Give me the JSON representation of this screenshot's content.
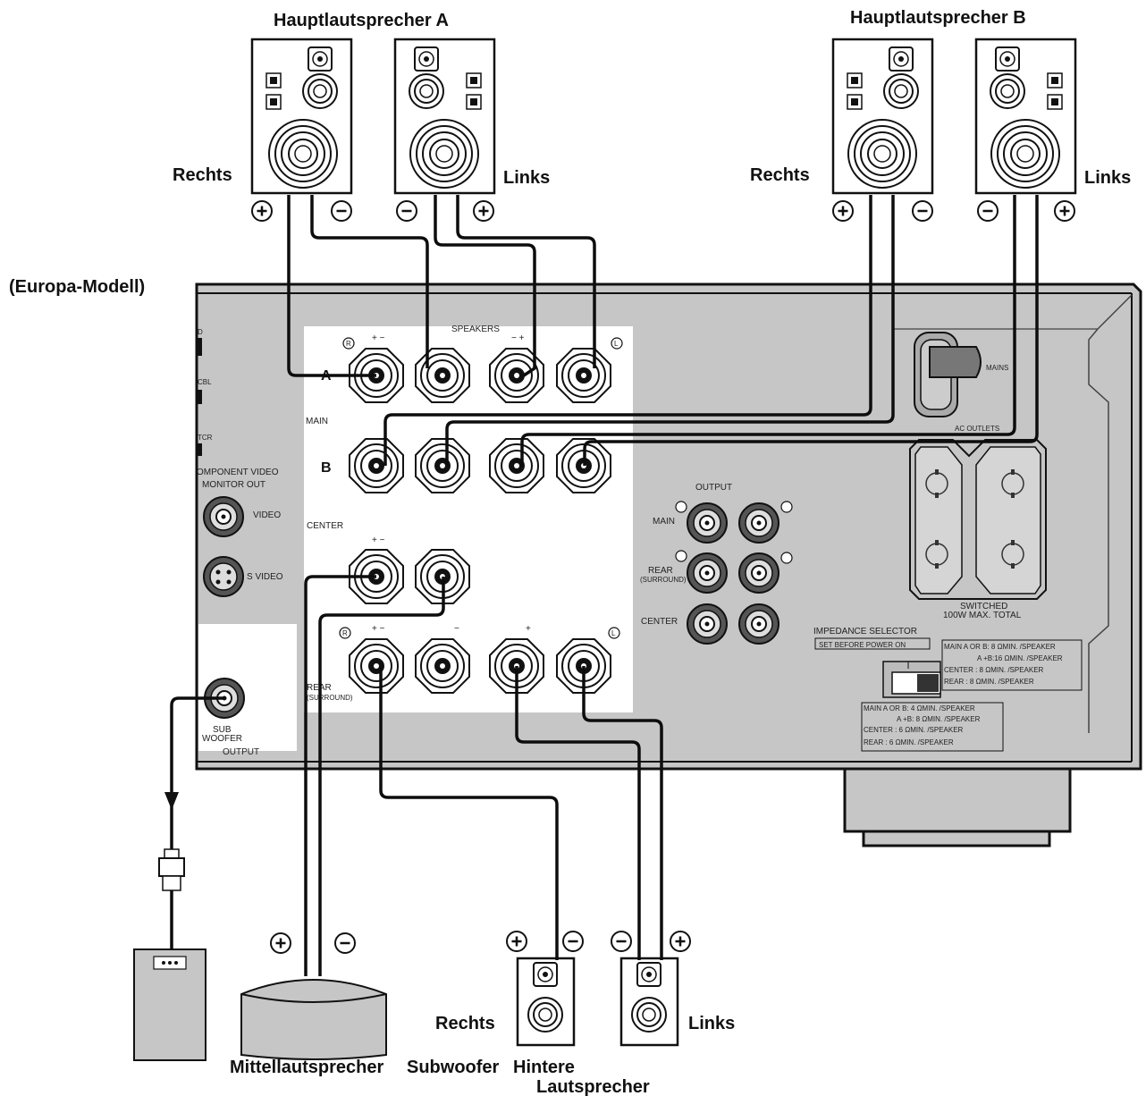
{
  "labels": {
    "speakers_a_title": "Hauptlautsprecher A",
    "speakers_b_title": "Hauptlautsprecher B",
    "right": "Rechts",
    "left": "Links",
    "model_note": "(Europa-Modell)",
    "center_speaker": "Mittellautsprecher",
    "subwoofer": "Subwoofer",
    "rear_speakers_1": "Hintere",
    "rear_speakers_2": "Lautsprecher",
    "plus": "+",
    "minus": "−"
  },
  "panel": {
    "speakers": "SPEAKERS",
    "main": "MAIN",
    "a": "A",
    "b": "B",
    "center": "CENTER",
    "rear": "REAR",
    "surround": "(SURROUND)",
    "r": "R",
    "l": "L",
    "pm": "+ −",
    "mp": "− +",
    "component_video": "OMPONENT VIDEO",
    "monitor_out": "MONITOR OUT",
    "video": "VIDEO",
    "s_video": "S VIDEO",
    "sub": "SUB",
    "woofer": "WOOFER",
    "output": "OUTPUT",
    "d": "D",
    "cbl": "CBL",
    "tcr": "TCR",
    "mains": "MAINS",
    "ac_outlets": "AC OUTLETS",
    "switched": "SWITCHED",
    "max_total": "100W MAX. TOTAL",
    "impedance_selector": "IMPEDANCE SELECTOR",
    "set_before": "SET BEFORE POWER ON",
    "imp_hi": [
      "MAIN A OR B: 8 ΩMIN. /SPEAKER",
      "A +B:16 ΩMIN. /SPEAKER",
      "CENTER      : 8 ΩMIN. /SPEAKER",
      "REAR         : 8 ΩMIN. /SPEAKER"
    ],
    "imp_lo": [
      "MAIN A OR B: 4 ΩMIN. /SPEAKER",
      "A +B: 8 ΩMIN. /SPEAKER",
      "CENTER      : 6 ΩMIN. /SPEAKER",
      "REAR         : 6 ΩMIN. /SPEAKER"
    ]
  }
}
